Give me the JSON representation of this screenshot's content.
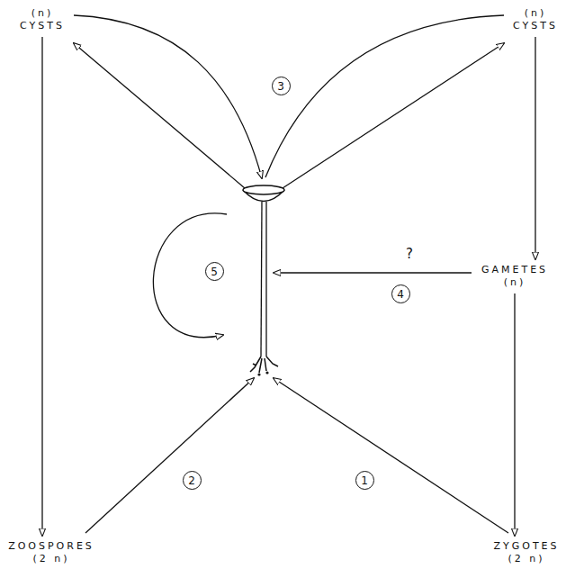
{
  "diagram": {
    "nodes": [
      {
        "text": [
          "(n)",
          "CYSTS"
        ]
      },
      {
        "text": [
          "(n)",
          "CYSTS"
        ]
      },
      {
        "text": [
          "GAMETES",
          "(n)"
        ]
      },
      {
        "text": [
          "ZOOSPORES",
          "(2 n)"
        ]
      },
      {
        "text": [
          "ZYGOTES",
          "(2 n)"
        ]
      }
    ],
    "edges": [
      {
        "from": 0,
        "to": 3,
        "arrow": "to"
      },
      {
        "from": 1,
        "to": 2,
        "arrow": "to"
      },
      {
        "from": 2,
        "to": 4,
        "arrow": "to"
      }
    ],
    "labels": [
      "3",
      "?",
      "4",
      "5",
      "2",
      "1"
    ]
  }
}
